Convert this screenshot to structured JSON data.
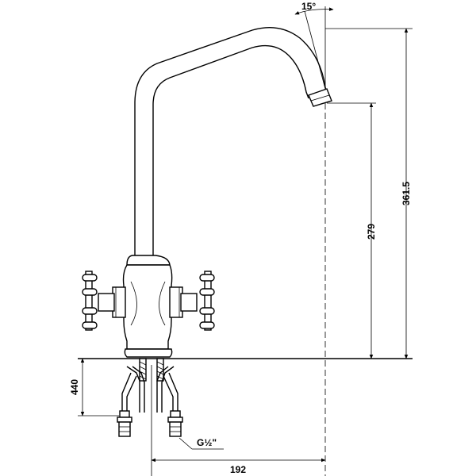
{
  "dimensions": {
    "spout_angle": "15°",
    "total_height": "361.5",
    "spout_height": "279",
    "connector_length": "440",
    "reach": "192"
  },
  "labels": {
    "thread": "G½\""
  }
}
